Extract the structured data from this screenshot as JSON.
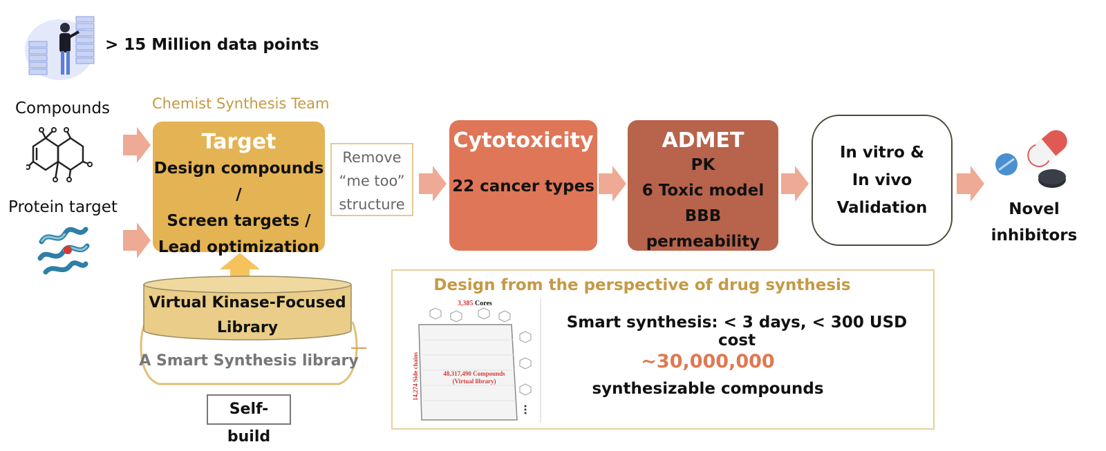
{
  "header": {
    "data_points": "> 15 Million data points"
  },
  "inputs": {
    "compounds": "Compounds",
    "protein": "Protein target"
  },
  "team_label": "Chemist Synthesis Team",
  "target": {
    "title": "Target",
    "lines": [
      "Design compounds /",
      "Screen targets /",
      "Lead optimization"
    ]
  },
  "remove_box": {
    "lines": [
      "Remove",
      "“me too”",
      "structure"
    ]
  },
  "cytotoxicity": {
    "title": "Cytotoxicity",
    "lines": [
      "22 cancer types"
    ]
  },
  "admet": {
    "title": "ADMET",
    "lines": [
      "PK",
      "6 Toxic model",
      "BBB permeability"
    ]
  },
  "validation": {
    "lines": [
      "In vitro &",
      "In vivo",
      "Validation"
    ]
  },
  "outcome": {
    "lines": [
      "Novel",
      "inhibitors"
    ]
  },
  "library": {
    "cylinder_lines": [
      "Virtual Kinase-Focused",
      "Library"
    ],
    "smart": "A Smart Synthesis library",
    "self_build": "Self-build"
  },
  "design_panel": {
    "title": "Design from the perspective of drug synthesis",
    "smart_synthesis": "Smart synthesis: < 3 days, < 300 USD cost",
    "count": "~30,000,000",
    "count_label": "synthesizable compounds",
    "inset": {
      "cores": "3,385",
      "cores_label": "Cores",
      "side_chains": "14,274 Side chains",
      "compounds": "48,317,490 Compounds",
      "compounds_sub": "(Virtual library)"
    }
  },
  "colors": {
    "gold": "#e4b353",
    "salmon": "#df7658",
    "brick": "#b8634b",
    "arrow": "#eeaa94",
    "gold_text": "#c49a45",
    "count": "#e0784f"
  }
}
